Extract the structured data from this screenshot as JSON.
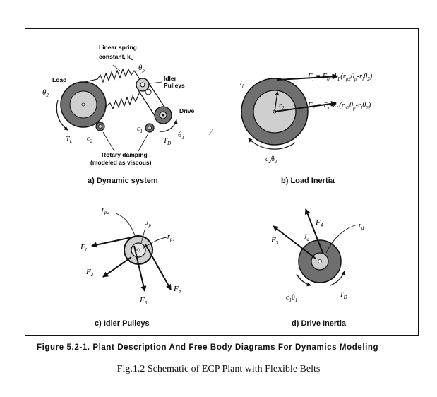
{
  "panels": {
    "a": {
      "caption": "a) Dynamic system",
      "spring_label_1": "Linear spring",
      "spring_label_2": "constant, k",
      "spring_label_sub": "L",
      "theta_p": "θ",
      "theta_p_sub": "p",
      "idler_label_1": "Idler",
      "idler_label_2": "Pulleys",
      "load_label": "Load",
      "theta_2": "θ",
      "theta_2_sub": "2",
      "drive_label": "Drive",
      "c1": "c",
      "c1_sub": "1",
      "c2": "c",
      "c2_sub": "2",
      "tau_l": "T",
      "tau_l_sub": "L",
      "tau_d": "T",
      "tau_d_sub": "D",
      "theta_1": "θ",
      "theta_1_sub": "1",
      "damping_label_1": "Rotary damping",
      "damping_label_2": "(modeled as viscous)"
    },
    "b": {
      "caption": "b) Load Inertia",
      "j_label": "J",
      "j_sub": "l",
      "r2_label": "r",
      "r2_sub": "2",
      "f1_eq": "F",
      "f1_sub": "l",
      "f1_rhs": " = F",
      "f1_rhs_sub": "o",
      "f1_rest": "+k",
      "f1_k_sub": "L",
      "f1_par": "(r",
      "f1_p2": "p2",
      "f1_thp": "θ",
      "f1_thp_sub": "p",
      "f1_minus": "-r",
      "f1_r1_sub": "l",
      "f1_th2": "θ",
      "f1_th2_sub": "2",
      "f1_close": ")",
      "f2_eq": "F",
      "f2_sub": "2",
      "f2_rhs": " = F",
      "f2_rhs_sub": "o",
      "f2_rest": "-k",
      "f2_k_sub": "L",
      "f2_par": "(r",
      "f2_p2": "p2",
      "f2_thp": "θ",
      "f2_thp_sub": "p",
      "f2_minus": "-r",
      "f2_r1_sub": "l",
      "f2_th2": "θ",
      "f2_th2_sub": "2",
      "f2_close": ")",
      "damping_label": "c",
      "damping_sub": "2",
      "damping_theta": "θ",
      "damping_theta_sub": "2"
    },
    "c": {
      "caption": "c) Idler Pulleys",
      "rp2": "r",
      "rp2_sub": "p2",
      "jp": "J",
      "jp_sub": "p",
      "rp1": "r",
      "rp1_sub": "p1",
      "f1": "F",
      "f1_sub": "l",
      "f2": "F",
      "f2_sub": "2",
      "f3": "F",
      "f3_sub": "3",
      "f4": "F",
      "f4_sub": "4"
    },
    "d": {
      "caption": "d) Drive Inertia",
      "f4": "F",
      "f4_sub": "4",
      "rd": "r",
      "rd_sub": "d",
      "f3": "F",
      "f3_sub": "3",
      "jd": "J",
      "jd_sub": "d",
      "c1": "c",
      "c1_sub": "1",
      "theta1": "θ",
      "theta1_sub": "1",
      "td": "T",
      "td_sub": "D"
    }
  },
  "figure_caption": "Figure 5.2-1. Plant Description And Free Body Diagrams For Dynamics Modeling",
  "sub_caption": "Fig.1.2 Schematic of ECP Plant with Flexible Belts",
  "colors": {
    "dark_gray": "#6f6f6f",
    "light_gray": "#c8c8c8",
    "line": "#111111"
  }
}
